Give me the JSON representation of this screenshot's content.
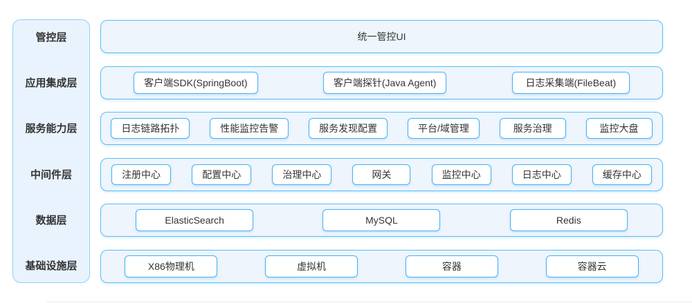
{
  "diagram": {
    "layers": [
      {
        "name": "管控层",
        "items": [
          "统一管控UI"
        ]
      },
      {
        "name": "应用集成层",
        "items": [
          "客户端SDK(SpringBoot)",
          "客户端探针(Java Agent)",
          "日志采集端(FileBeat)"
        ]
      },
      {
        "name": "服务能力层",
        "items": [
          "日志链路拓扑",
          "性能监控告警",
          "服务发现配置",
          "平台/域管理",
          "服务治理",
          "监控大盘"
        ]
      },
      {
        "name": "中间件层",
        "items": [
          "注册中心",
          "配置中心",
          "治理中心",
          "网关",
          "监控中心",
          "日志中心",
          "缓存中心"
        ]
      },
      {
        "name": "数据层",
        "items": [
          "ElasticSearch",
          "MySQL",
          "Redis"
        ]
      },
      {
        "name": "基础设施层",
        "items": [
          "X86物理机",
          "虚拟机",
          "容器",
          "容器云"
        ]
      }
    ],
    "colors": {
      "sidebar_fill": "#e9f3fd",
      "sidebar_border": "#8ad1f8",
      "row_fill": "#eef5fc",
      "row_border": "#57bef7",
      "box_fill": "#ffffff",
      "box_border": "#44b1f3",
      "text": "#333333"
    }
  }
}
